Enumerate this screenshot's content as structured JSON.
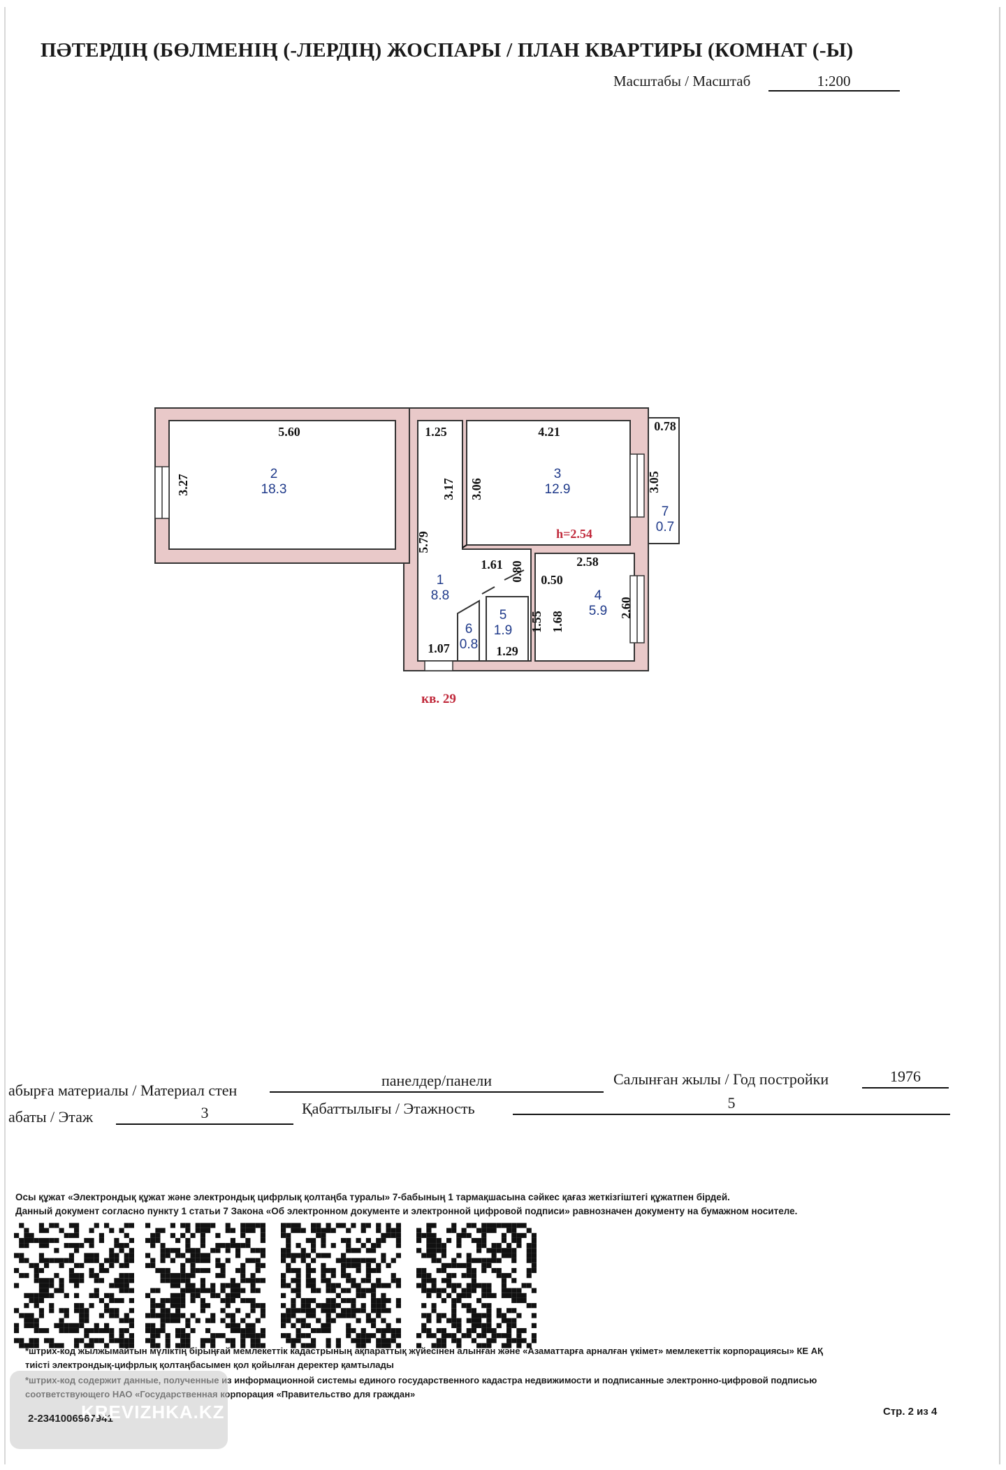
{
  "header": {
    "title": "ПӘТЕРДІҢ (БӨЛМЕНІҢ (-ЛЕРДІҢ) ЖОСПАРЫ / ПЛАН КВАРТИРЫ (КОМНАТ (-Ы)",
    "scale_label": "Масштабы / Масштаб",
    "scale_value": "1:200"
  },
  "plan": {
    "rooms": [
      {
        "num": "2",
        "area": "18.3"
      },
      {
        "num": "3",
        "area": "12.9"
      },
      {
        "num": "7",
        "area": "0.7"
      },
      {
        "num": "1",
        "area": "8.8"
      },
      {
        "num": "4",
        "area": "5.9"
      },
      {
        "num": "5",
        "area": "1.9"
      },
      {
        "num": "6",
        "area": "0.8"
      }
    ],
    "dims": [
      "5.60",
      "3.27",
      "1.25",
      "4.21",
      "0.78",
      "3.17",
      "3.06",
      "3.05",
      "5.79",
      "1.61",
      "0.80",
      "0.50",
      "2.58",
      "2.60",
      "1.55",
      "1.68",
      "1.07",
      "1.29"
    ],
    "height_label": "h=2.54",
    "apartment_label": "кв. 29"
  },
  "details": {
    "wall_label": "абырға материалы / Материал стен",
    "wall_value": "панелдер/панели",
    "year_label": "Салынған жылы / Год постройки",
    "year_value": "1976",
    "floor_label": "абаты / Этаж",
    "floor_value": "3",
    "floors_label": "Қабаттылығы / Этажность",
    "floors_value": "5"
  },
  "legal": {
    "line1": "Осы құжат «Электрондық құжат және электрондық цифрлық қолтаңба туралы» 7-бабының 1 тармақшасына сәйкес қағаз жеткізгіштегі құжатпен бірдей.",
    "line2": "Данный документ согласно пункту 1 статьи 7 Закона «Об электронном документе и электронной цифровой подписи» равнозначен документу на бумажном носителе."
  },
  "footer": {
    "kz1": "*штрих-код жылжымайтын мүліктің бірыңғай мемлекеттік кадастрының ақпараттық жүйесінен алынған және «Азаматтарға арналған үкімет» мемлекеттік корпорациясы» КЕ АҚ",
    "kz2": "тиісті электрондық-цифрлық қолтаңбасымен қол қойылған деректер қамтылады",
    "ru1": "*штрих-код содержит данные, полученные из информационной системы единого государственного кадастра недвижимости и подписанные электронно-цифровой подписью",
    "ru2": "соответствующего НАО «Государственная корпорация «Правительство для граждан»",
    "doc_id": "2-2341006967941",
    "page": "Стр. 2 из 4"
  },
  "watermark": "KREVIZHKA.KZ",
  "colors": {
    "wall": "#e9c9c9",
    "ink": "#111111",
    "room_num": "#1f3a8a",
    "red": "#c0283a"
  }
}
